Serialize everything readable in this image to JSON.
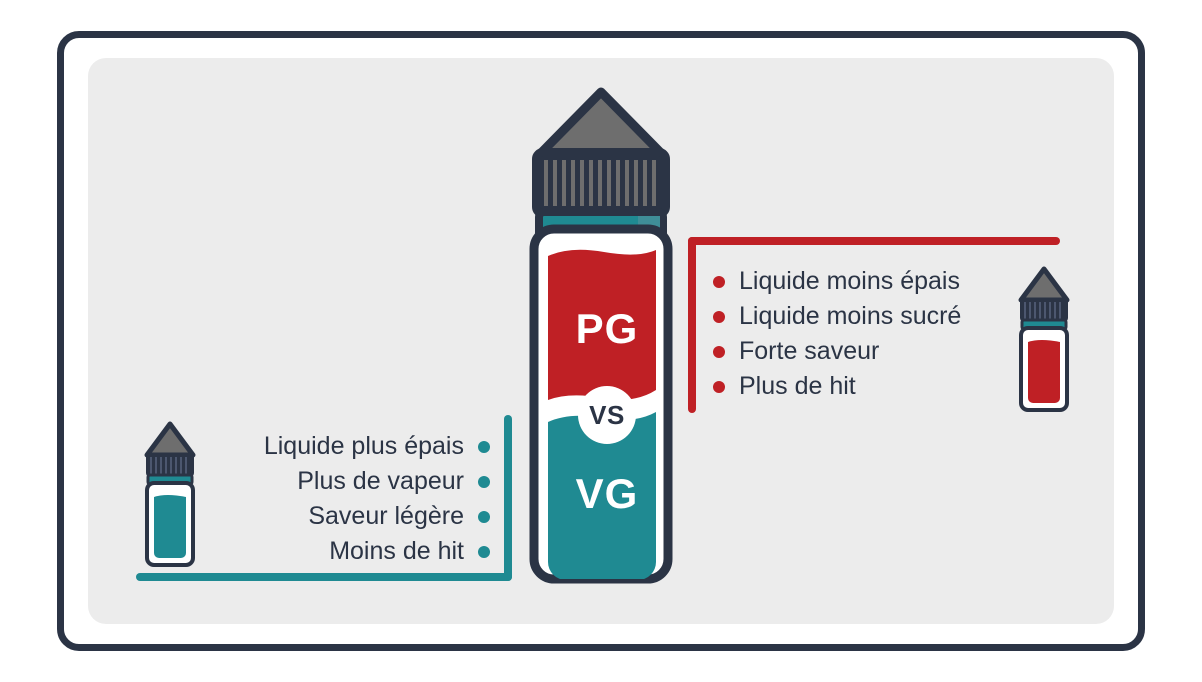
{
  "page": {
    "title": "PG vs VG e-liquid comparison infographic",
    "language": "fr"
  },
  "colors": {
    "navy": "#2b3445",
    "red": "#bf2025",
    "teal": "#1f8a92",
    "panel_gray": "#ececec",
    "white": "#ffffff",
    "cap_gray": "#6e6e6e"
  },
  "center_bottle": {
    "top_label": "PG",
    "bottom_label": "VG",
    "divider_label": "VS",
    "top_fill_color": "#bf2025",
    "bottom_fill_color": "#1f8a92",
    "cap_color": "#2b3445",
    "collar_color": "#1f8a92"
  },
  "pg_side": {
    "accent_color": "#bf2025",
    "bottle_fill": "#bf2025",
    "items": [
      {
        "label": "Liquide moins épais"
      },
      {
        "label": "Liquide moins sucré"
      },
      {
        "label": "Forte saveur"
      },
      {
        "label": "Plus de hit"
      }
    ]
  },
  "vg_side": {
    "accent_color": "#1f8a92",
    "bottle_fill": "#1f8a92",
    "items": [
      {
        "label": "Liquide plus épais"
      },
      {
        "label": "Plus de vapeur"
      },
      {
        "label": "Saveur légère"
      },
      {
        "label": "Moins de hit"
      }
    ]
  }
}
